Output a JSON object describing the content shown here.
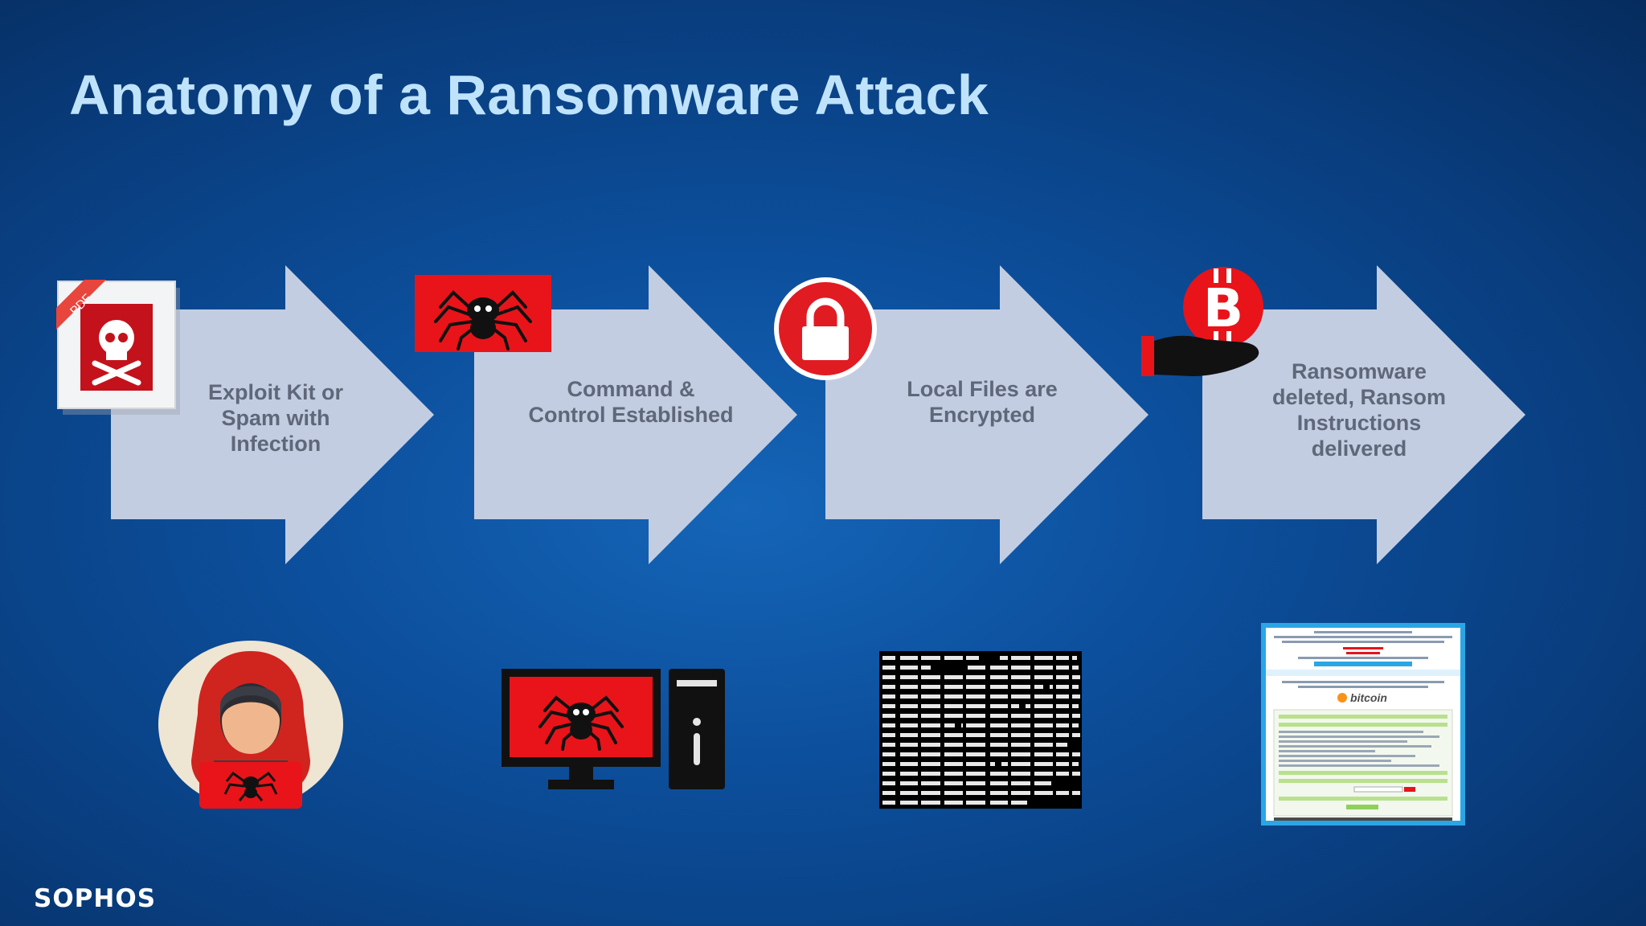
{
  "slide": {
    "title": "Anatomy of a Ransomware Attack",
    "logo": "SOPHOS"
  },
  "steps": [
    {
      "label_lines": [
        "Exploit Kit or",
        "Spam with",
        "Infection"
      ],
      "icon": "pdf-skull-icon",
      "illustration": "hooded-hacker-icon"
    },
    {
      "label_lines": [
        "Command &",
        "Control Established"
      ],
      "icon": "spider-icon",
      "illustration": "infected-computer-icon"
    },
    {
      "label_lines": [
        "Local Files are",
        "Encrypted"
      ],
      "icon": "padlock-icon",
      "illustration": "encrypted-text-icon"
    },
    {
      "label_lines": [
        "Ransomware",
        "deleted, Ransom",
        "Instructions",
        "delivered"
      ],
      "icon": "bitcoin-hand-icon",
      "illustration": "ransom-note-icon"
    }
  ],
  "pdf_badge": "PDF",
  "ransom_note": {
    "brand": "bitcoin"
  },
  "colors": {
    "arrow": "#c3cde2",
    "label": "#5e6879",
    "title": "#bfe3fb",
    "accent_red": "#e8141a"
  }
}
